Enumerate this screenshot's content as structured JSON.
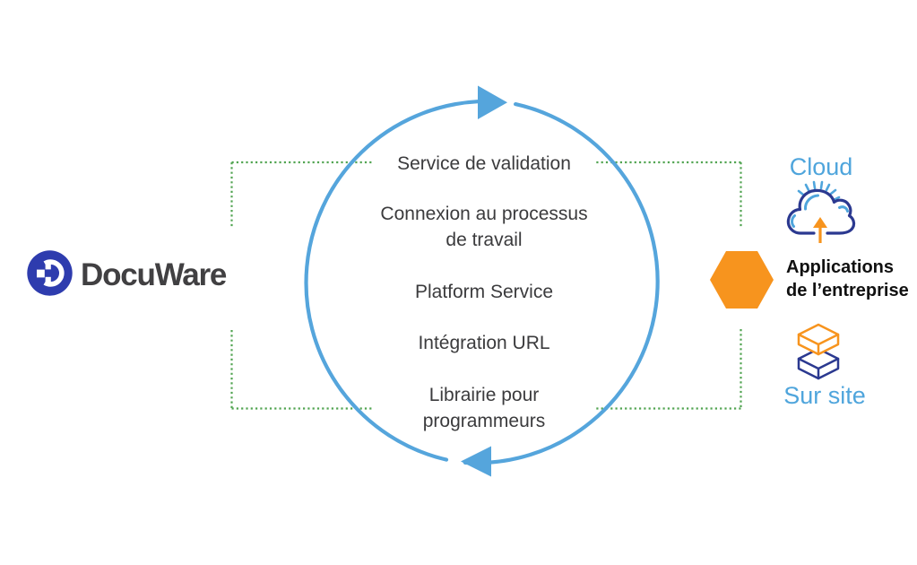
{
  "diagram": {
    "brand": {
      "wordmark": "DocuWare"
    },
    "cycle": {
      "direction": "clockwise",
      "items": [
        {
          "lines": [
            "Service de validation"
          ]
        },
        {
          "lines": [
            "Connexion au processus",
            "de travail"
          ]
        },
        {
          "lines": [
            "Platform Service"
          ]
        },
        {
          "lines": [
            "Intégration URL"
          ]
        },
        {
          "lines": [
            "Librairie pour",
            "programmeurs"
          ]
        }
      ]
    },
    "right_panel": {
      "cloud_label": "Cloud",
      "apps_lines": [
        "Applications",
        "de l’entreprise"
      ],
      "onsite_label": "Sur site"
    },
    "icons": {
      "logo": "docuware-logo",
      "cycle_arrows": [
        "arrow-right-icon",
        "arrow-left-icon"
      ],
      "cloud": "cloud-upload-icon",
      "onsite": "stacked-boxes-icon",
      "connector_node": "hexagon-icon"
    },
    "colors": {
      "circle_blue": "#55a5dc",
      "dotted_green": "#52a452",
      "orange": "#f7941e",
      "navy": "#2b3990",
      "light_blue_text": "#4fa5dc",
      "logo_blue": "#2e3cae",
      "dark_text": "#3b3b3d",
      "wordmark_gray": "#414042"
    }
  }
}
